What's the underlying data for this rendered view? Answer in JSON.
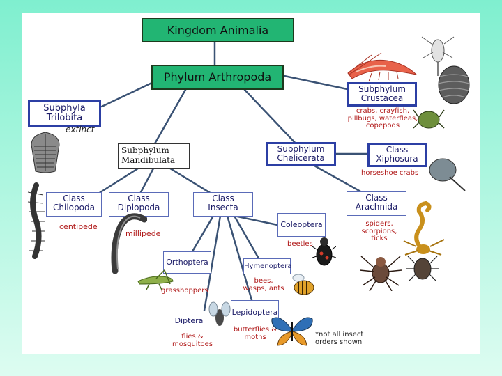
{
  "kingdom": "Kingdom Animalia",
  "phylum": "Phylum Arthropoda",
  "subphyla": {
    "trilobita": {
      "l1": "Subphyla",
      "l2": "Trilobita",
      "note": "extinct"
    },
    "mandibulata": {
      "l1": "Subphylum",
      "l2": "Mandibulata"
    },
    "chelicerata": {
      "l1": "Subphylum",
      "l2": "Chelicerata"
    },
    "crustacea": {
      "l1": "Subphylum",
      "l2": "Crustacea",
      "note": "crabs, crayfish, pillbugs, waterfleas, copepods"
    }
  },
  "classes": {
    "xiphosura": {
      "l1": "Class",
      "l2": "Xiphosura",
      "note": "horseshoe crabs"
    },
    "chilopoda": {
      "l1": "Class",
      "l2": "Chilopoda",
      "note": "centipede"
    },
    "diplopoda": {
      "l1": "Class",
      "l2": "Diplopoda",
      "note": "millipede"
    },
    "insecta": {
      "l1": "Class",
      "l2": "Insecta"
    },
    "arachnida": {
      "l1": "Class",
      "l2": "Arachnida",
      "note": "spiders, scorpions, ticks"
    }
  },
  "orders": {
    "coleoptera": {
      "label": "Coleoptera",
      "note": "beetles"
    },
    "orthoptera": {
      "label": "Orthoptera",
      "note": "grasshoppers"
    },
    "hymenoptera": {
      "label": "Hymenoptera",
      "note": "bees, wasps, ants"
    },
    "diptera": {
      "label": "Diptera",
      "note": "flies & mosquitoes"
    },
    "lepidoptera": {
      "label": "Lepidoptera",
      "note": "butterflies & moths"
    }
  },
  "footnote": "*not all insect orders shown",
  "colors": {
    "connector": "#3a5274",
    "kingdom_fill": "#22b573",
    "note_red": "#b01818"
  }
}
